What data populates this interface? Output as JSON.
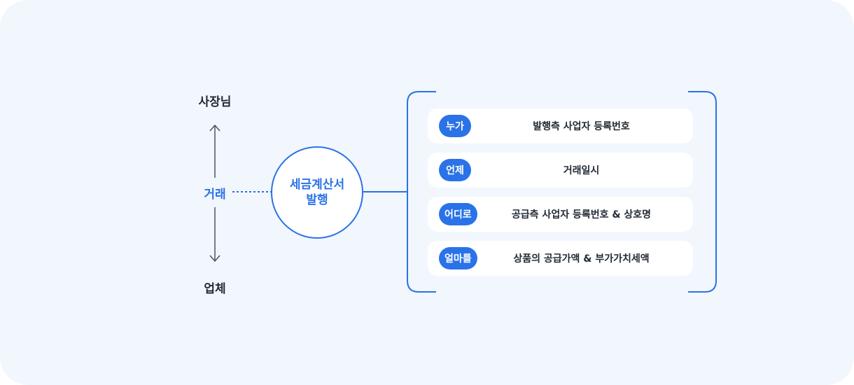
{
  "top_party": "사장님",
  "bottom_party": "업체",
  "trade_label": "거래",
  "center": {
    "line1": "세금계산서",
    "line2": "발행"
  },
  "rows": [
    {
      "badge": "누가",
      "text": "발행측 사업자 등록번호"
    },
    {
      "badge": "언제",
      "text": "거래일시"
    },
    {
      "badge": "어디로",
      "text": "공급측 사업자 등록번호 & 상호명"
    },
    {
      "badge": "얼마를",
      "text": "상품의 공급가액 & 부가가치세액"
    }
  ],
  "colors": {
    "accent": "#2a72e8",
    "background": "#f1f7fd",
    "text": "#222b35"
  }
}
